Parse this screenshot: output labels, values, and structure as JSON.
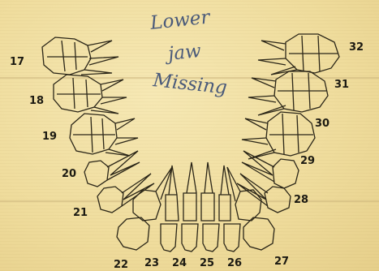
{
  "handwritten_note": [
    "Lower",
    "jaw",
    "Missing"
  ],
  "tooth_numbers": [
    "17",
    "18",
    "19",
    "20",
    "21",
    "22",
    "23",
    "24",
    "25",
    "26",
    "27",
    "28",
    "29",
    "30",
    "31",
    "32"
  ],
  "colors": {
    "paper": "#f1e0a4",
    "ink": "#2b2618",
    "pencil": "#4a5a7a"
  }
}
